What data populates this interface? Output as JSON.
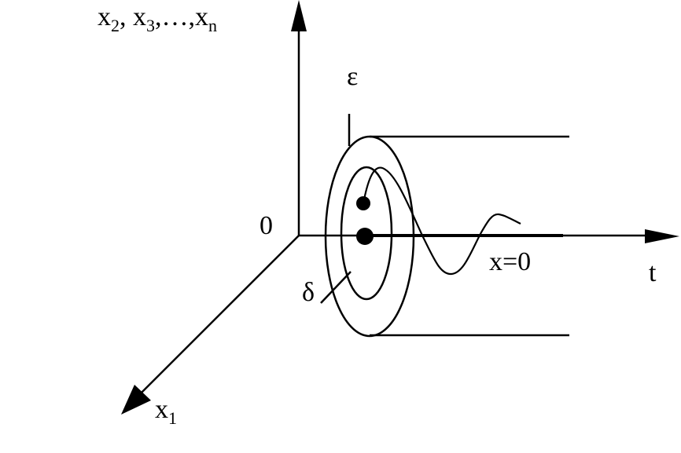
{
  "labels": {
    "vertical_axis": {
      "part1_base": "x",
      "part1_sub": "2",
      "part1_after": ", ",
      "part2_base": "x",
      "part2_sub": "3",
      "part2_after": ",…,",
      "part3_base": "x",
      "part3_sub": "n"
    },
    "origin": "0",
    "time_axis": "t",
    "epsilon": "ε",
    "delta": "δ",
    "trajectory_zero": "x=0",
    "depth_axis": {
      "base": "x",
      "sub": "1"
    }
  }
}
